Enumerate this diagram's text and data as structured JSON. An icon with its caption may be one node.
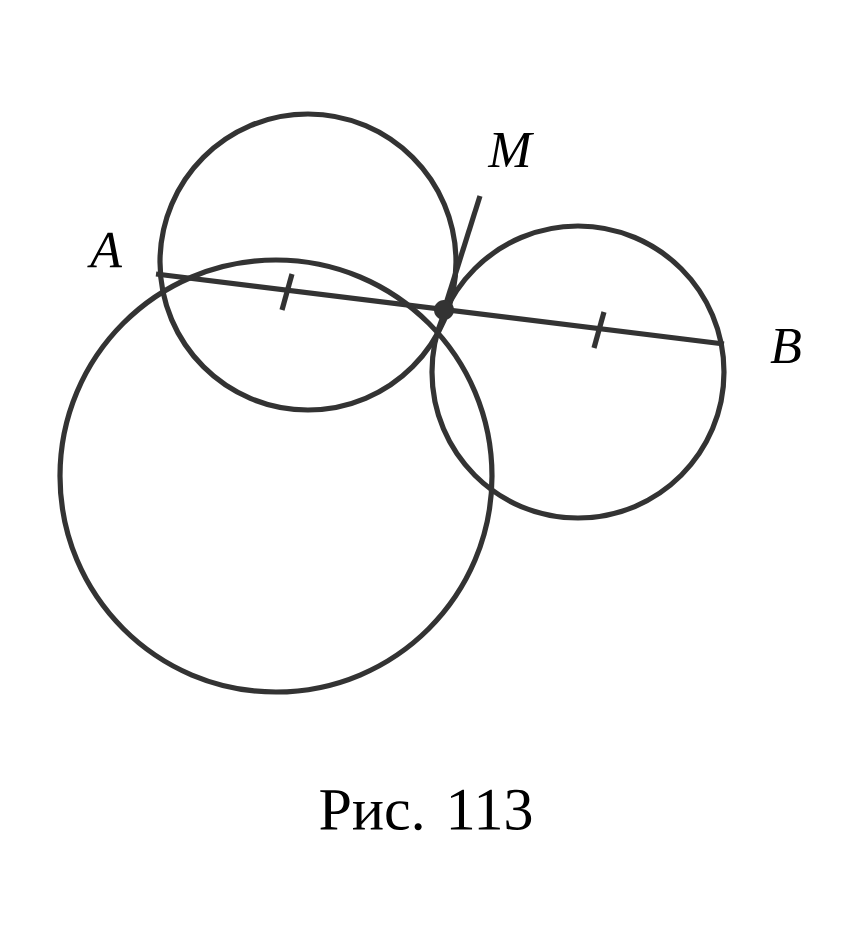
{
  "diagram": {
    "caption": "Рис. 113",
    "labels": [
      "A",
      "M",
      "B"
    ]
  }
}
